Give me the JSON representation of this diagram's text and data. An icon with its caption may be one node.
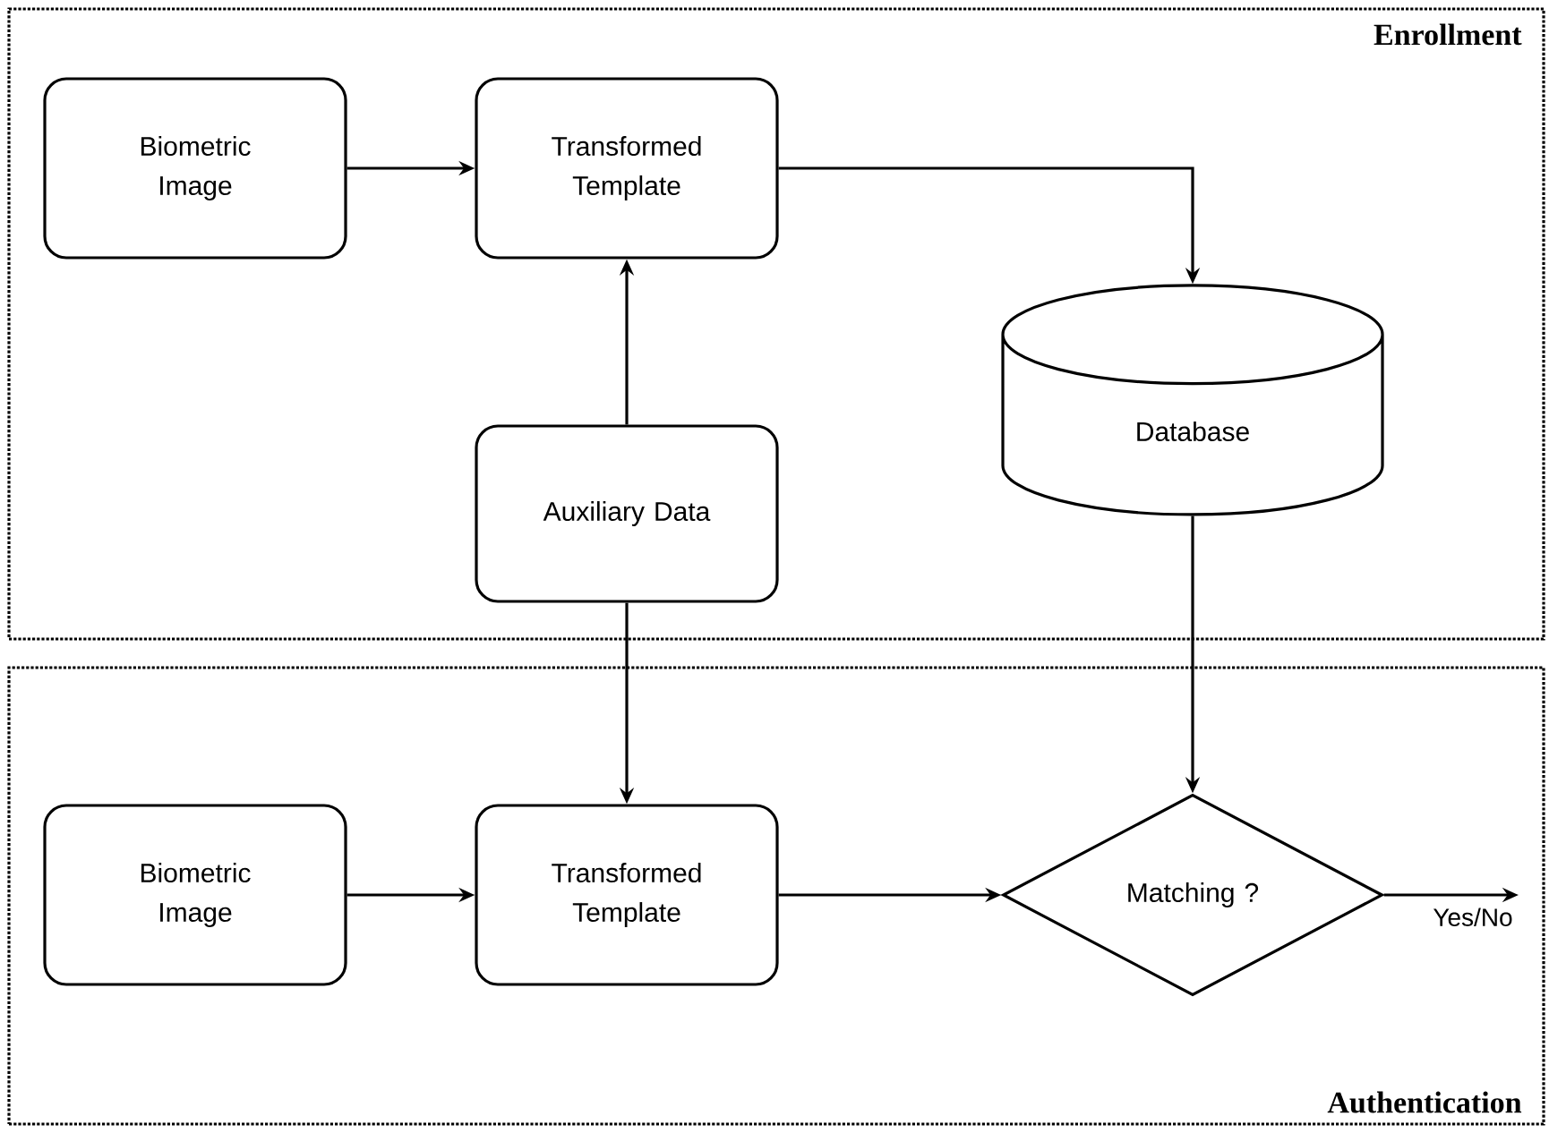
{
  "diagram": {
    "nodes": [
      {
        "text": [
          "Enrollment"
        ]
      },
      {
        "text": [
          "Biometric Image"
        ],
        "in": 0
      },
      {
        "text": [
          "Transformed Template"
        ],
        "in": 0
      },
      {
        "text": [
          "Auxiliary Data"
        ],
        "in": 0
      },
      {
        "text": [
          "Database"
        ],
        "in": 0
      },
      {
        "text": [
          "Authentication"
        ]
      },
      {
        "text": [
          "Biometric Image"
        ],
        "in": 5
      },
      {
        "text": [
          "Transformed Template"
        ],
        "in": 5
      },
      {
        "text": [
          "Matching ?"
        ],
        "in": 5
      }
    ],
    "edges": [
      {
        "from": 1,
        "to": 2,
        "arrow": "to"
      },
      {
        "from": 2,
        "to": 4,
        "arrow": "to"
      },
      {
        "from": 3,
        "to": 2,
        "arrow": "to"
      },
      {
        "from": 3,
        "to": 7,
        "arrow": "to"
      },
      {
        "from": 4,
        "to": 8,
        "arrow": "to"
      },
      {
        "from": 6,
        "to": 7,
        "arrow": "to"
      },
      {
        "from": 7,
        "to": 8,
        "arrow": "to"
      },
      {
        "from": 8,
        "to": null,
        "arrow": "to",
        "label": "Yes/No"
      }
    ]
  }
}
